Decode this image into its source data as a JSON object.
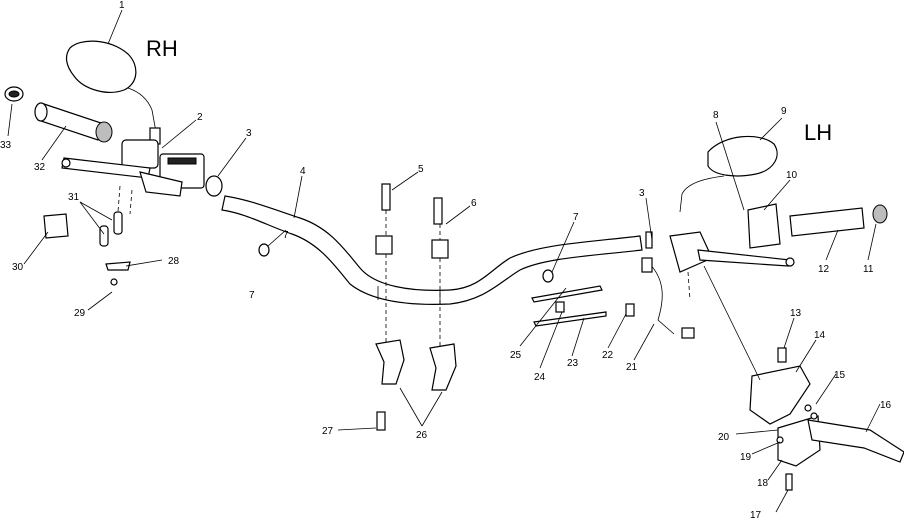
{
  "side_labels": {
    "right": "RH",
    "left": "LH"
  },
  "callouts": [
    "1",
    "2",
    "3",
    "4",
    "5",
    "6",
    "7",
    "3",
    "8",
    "9",
    "10",
    "33",
    "32",
    "31",
    "30",
    "28",
    "29",
    "7",
    "26",
    "27",
    "7",
    "25",
    "24",
    "23",
    "22",
    "21",
    "11",
    "12",
    "13",
    "14",
    "15",
    "16",
    "20",
    "19",
    "18",
    "17"
  ]
}
